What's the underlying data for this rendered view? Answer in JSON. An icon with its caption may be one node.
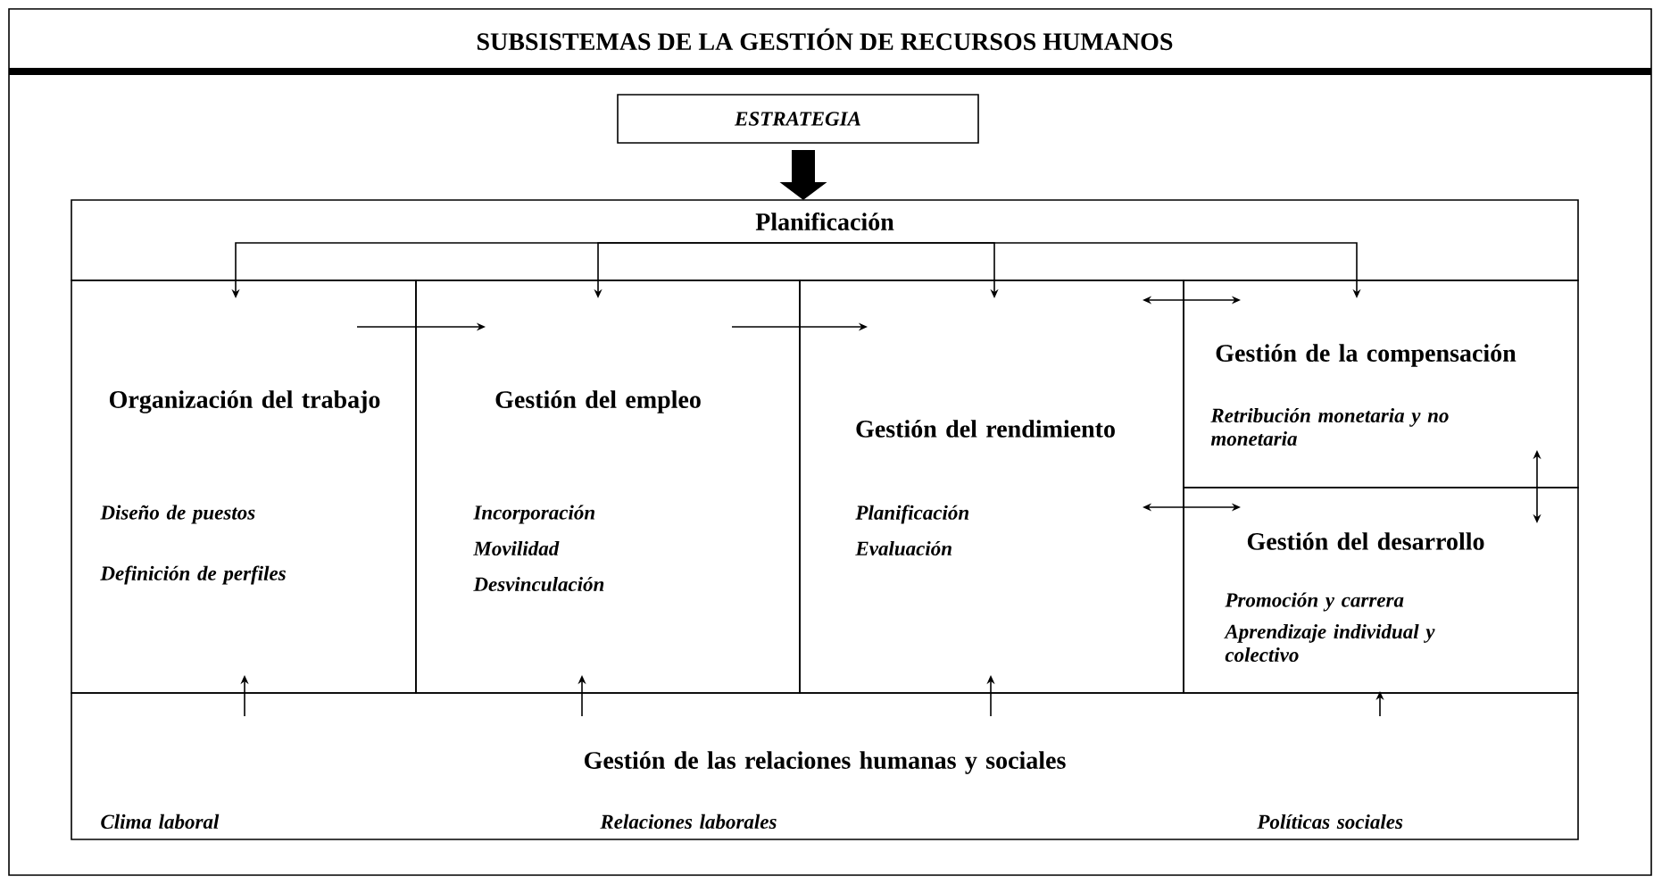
{
  "diagram": {
    "title": "SUBSISTEMAS DE LA GESTIÓN DE RECURSOS HUMANOS",
    "nodes": [
      {
        "text": [
          "ESTRATEGIA"
        ]
      },
      {
        "text": [
          "Planificación"
        ]
      },
      {
        "text": [
          "Organización del trabajo",
          "Diseño de puestos",
          "Definición de perfiles"
        ]
      },
      {
        "text": [
          "Gestión del empleo",
          "Incorporación",
          "Movilidad",
          "Desvinculación"
        ]
      },
      {
        "text": [
          "Gestión del rendimiento",
          "Planificación",
          "Evaluación"
        ]
      },
      {
        "text": [
          "Gestión de la compensación",
          "Retribución monetaria y no monetaria"
        ]
      },
      {
        "text": [
          "Gestión del desarrollo",
          "Promoción y carrera",
          "Aprendizaje individual y colectivo"
        ]
      },
      {
        "text": [
          "Gestión de las relaciones humanas y sociales",
          "Clima laboral",
          "Relaciones laborales",
          "Políticas sociales"
        ]
      }
    ],
    "edges": [
      {
        "from": 0,
        "to": 1,
        "arrow": "to",
        "style": "thick"
      },
      {
        "from": 1,
        "to": 2,
        "arrow": "to"
      },
      {
        "from": 1,
        "to": 3,
        "arrow": "to"
      },
      {
        "from": 1,
        "to": 4,
        "arrow": "to"
      },
      {
        "from": 1,
        "to": 5,
        "arrow": "to"
      },
      {
        "from": 2,
        "to": 3,
        "arrow": "to"
      },
      {
        "from": 3,
        "to": 4,
        "arrow": "to"
      },
      {
        "from": 4,
        "to": 5,
        "arrow": "both"
      },
      {
        "from": 4,
        "to": 6,
        "arrow": "both"
      },
      {
        "from": 5,
        "to": 6,
        "arrow": "both"
      },
      {
        "from": 7,
        "to": 2,
        "arrow": "to"
      },
      {
        "from": 7,
        "to": 3,
        "arrow": "to"
      },
      {
        "from": 7,
        "to": 4,
        "arrow": "to"
      },
      {
        "from": 7,
        "to": 6,
        "arrow": "to"
      }
    ]
  }
}
